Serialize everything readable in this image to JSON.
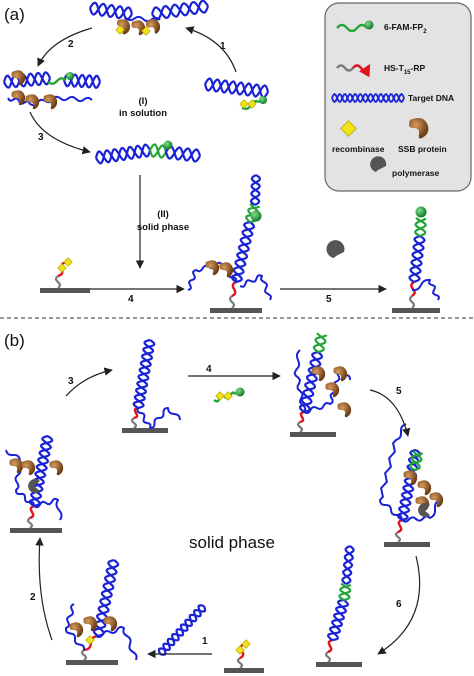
{
  "panel_a": {
    "label": "(a)",
    "steps": {
      "s1": "1",
      "s2": "2",
      "s3": "3",
      "s4": "4",
      "s5": "5"
    },
    "phase_solution": {
      "num": "(I)",
      "text": "in solution"
    },
    "phase_solid": {
      "num": "(II)",
      "text": "solid phase"
    }
  },
  "panel_b": {
    "label": "(b)",
    "steps": {
      "s1": "1",
      "s2": "2",
      "s3": "3",
      "s4": "4",
      "s5": "5",
      "s6": "6"
    },
    "center_text": "solid phase"
  },
  "legend": {
    "fam": "6-FAM-FP",
    "fam_sub": "2",
    "hs_pre": "HS-T",
    "hs_sub": "15",
    "hs_post": "-RP",
    "target": "Target DNA",
    "recombinase": "recombinase",
    "ssb": "SSB protein",
    "polymerase": "polymerase"
  },
  "colors": {
    "dna_blue": "#1a22d6",
    "primer_green": "#22a63a",
    "primer_red": "#e0141e",
    "linker_gray": "#7a7a7a",
    "surface": "#555555",
    "ssb_brown": "#8c5a2b",
    "recombinase_yellow": "#f2e21a",
    "fam_dot": "#1e9a3a",
    "legend_bg": "#e3e3e3"
  }
}
